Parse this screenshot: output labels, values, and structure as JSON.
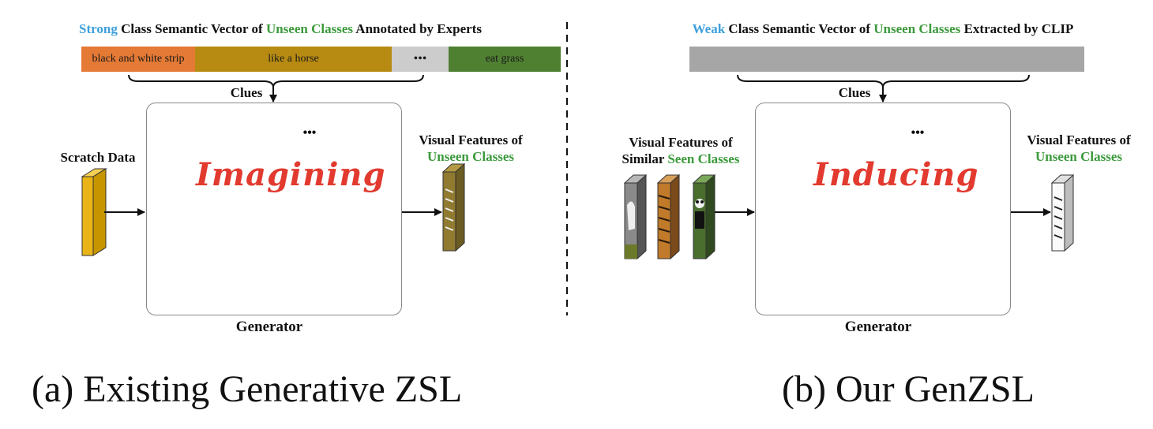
{
  "panel_a": {
    "header": {
      "strong": "Strong",
      "pre": " Class Semantic Vector of ",
      "unseen": "Unseen Classes",
      "post": " Annotated by Experts"
    },
    "segments": [
      "black and white strip",
      "like a horse",
      "•••",
      "eat grass"
    ],
    "segment_colors": [
      "#e47a35",
      "#b78b12",
      "#cccccc",
      "#4f7f31"
    ],
    "clues": "Clues",
    "input_label": "Scratch Data",
    "ellipsis": "•••",
    "verb": "Imagining",
    "generator": "Generator",
    "output_label": {
      "line1": "Visual Features of",
      "line2": "Unseen Classes"
    },
    "caption": "(a) Existing Generative ZSL"
  },
  "panel_b": {
    "header": {
      "weak": "Weak",
      "pre": " Class Semantic Vector of ",
      "unseen": "Unseen Classes",
      "post": " Extracted by CLIP"
    },
    "bar_color": "#a6a6a6",
    "clues": "Clues",
    "input_label": {
      "line1": "Visual Features of",
      "line2a": "Similar ",
      "line2b": "Seen Classes"
    },
    "ellipsis": "•••",
    "verb": "Inducing",
    "generator": "Generator",
    "output_label": {
      "line1": "Visual Features of",
      "line2": "Unseen Classes"
    },
    "caption": "(b) Our GenZSL"
  },
  "colors": {
    "accent_blue": "#3f9fdc",
    "accent_green": "#3b9a3b",
    "verb_red": "#e23a2f",
    "arrow_blue": "#6a9fd8"
  }
}
